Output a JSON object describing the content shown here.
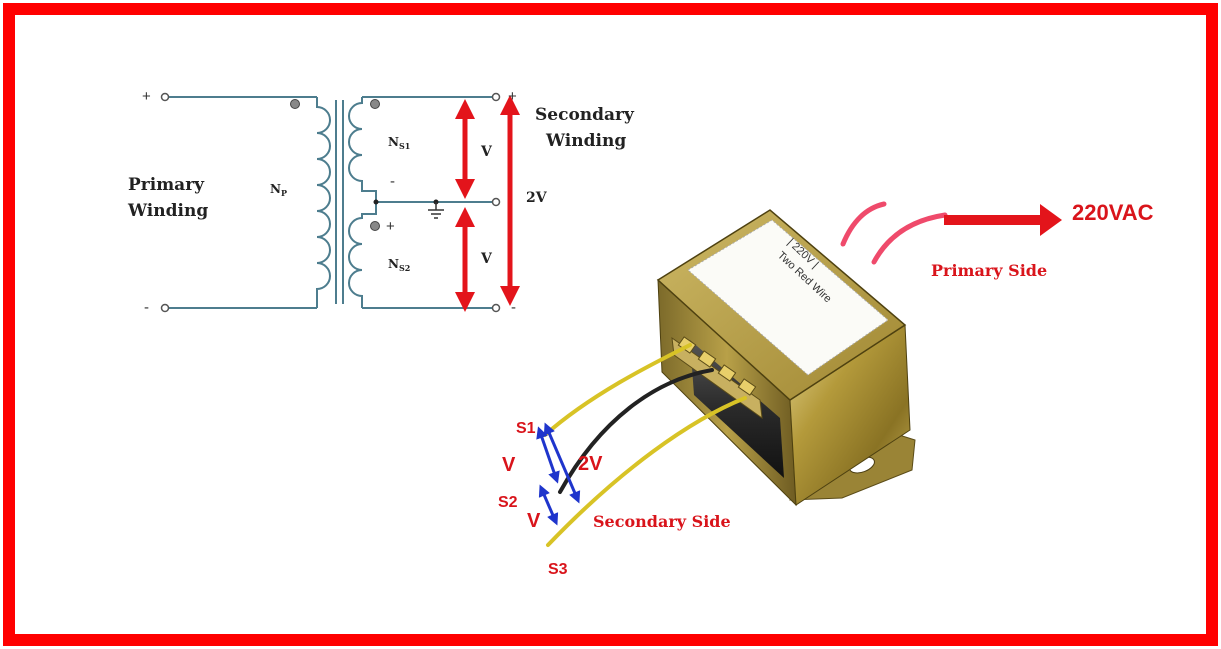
{
  "schematic": {
    "primary_winding": [
      "Primary",
      "Winding"
    ],
    "secondary_winding": [
      "Secondary",
      "Winding"
    ],
    "np_label": "N",
    "np_sub": "P",
    "ns1_label": "N",
    "ns1_sub": "S1",
    "ns2_label": "N",
    "ns2_sub": "S2",
    "voltage_top": "V",
    "voltage_bottom": "V",
    "voltage_total": "2V",
    "primary_plus": "+",
    "primary_minus": "-",
    "secondary_plus": "+",
    "secondary_minus": "-",
    "mid_minus": "-",
    "mid_plus": "+"
  },
  "photo": {
    "nameplate_voltage": "| 220V |",
    "nameplate_wire": "Two Red Wire",
    "input_voltage": "220VAC",
    "primary_side": "Primary Side",
    "secondary_side": "Secondary Side",
    "terminal_s1": "S1",
    "terminal_s2": "S2",
    "terminal_s3": "S3",
    "label_v_top": "V",
    "label_v_bottom": "V",
    "label_2v": "2V"
  },
  "colors": {
    "frame": "#ff0000",
    "wire": "#4d7d8e",
    "arrow_red": "#e3141b",
    "arrow_blue": "#1f35cc",
    "label_red": "#d9141b"
  }
}
